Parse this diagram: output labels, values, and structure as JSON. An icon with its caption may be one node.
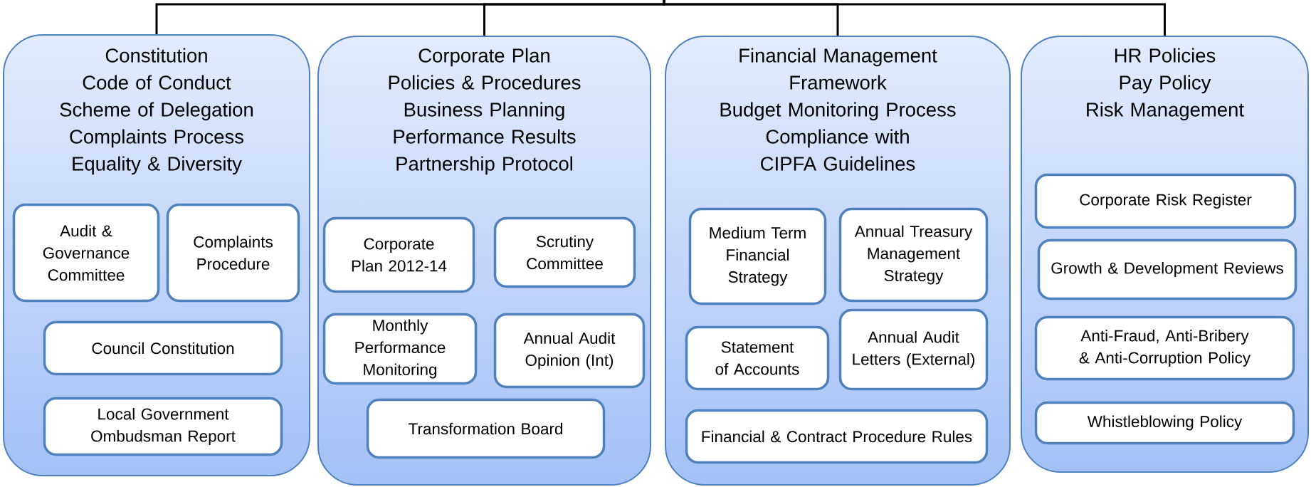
{
  "diagram": {
    "nodes": [
      {
        "text": [
          "Constitution",
          "Code of Conduct",
          "Scheme of Delegation",
          "Complaints Process",
          "Equality & Diversity"
        ]
      },
      {
        "text": [
          "Audit & Governance Committee"
        ],
        "in": 0
      },
      {
        "text": [
          "Complaints Procedure"
        ],
        "in": 0
      },
      {
        "text": [
          "Council Constitution"
        ],
        "in": 0
      },
      {
        "text": [
          "Local Government Ombudsman Report"
        ],
        "in": 0
      },
      {
        "text": [
          "Corporate Plan",
          "Policies & Procedures",
          "Business Planning",
          "Performance Results",
          "Partnership Protocol"
        ]
      },
      {
        "text": [
          "Corporate Plan 2012-14"
        ],
        "in": 5
      },
      {
        "text": [
          "Scrutiny Committee"
        ],
        "in": 5
      },
      {
        "text": [
          "Monthly Performance Monitoring"
        ],
        "in": 5
      },
      {
        "text": [
          "Annual Audit Opinion (Int)"
        ],
        "in": 5
      },
      {
        "text": [
          "Transformation Board"
        ],
        "in": 5
      },
      {
        "text": [
          "Financial Management Framework",
          "Budget Monitoring Process",
          "Compliance with CIPFA Guidelines"
        ]
      },
      {
        "text": [
          "Medium Term Financial Strategy"
        ],
        "in": 11
      },
      {
        "text": [
          "Annual Treasury Management Strategy"
        ],
        "in": 11
      },
      {
        "text": [
          "Statement of Accounts"
        ],
        "in": 11
      },
      {
        "text": [
          "Annual Audit Letters (External)"
        ],
        "in": 11
      },
      {
        "text": [
          "Financial & Contract Procedure Rules"
        ],
        "in": 11
      },
      {
        "text": [
          "HR Policies",
          "Pay Policy",
          "Risk Management"
        ]
      },
      {
        "text": [
          "Corporate Risk Register"
        ],
        "in": 17
      },
      {
        "text": [
          "Growth & Development Reviews"
        ],
        "in": 17
      },
      {
        "text": [
          "Anti-Fraud, Anti-Bribery & Anti-Corruption Policy"
        ],
        "in": 17
      },
      {
        "text": [
          "Whistleblowing Policy"
        ],
        "in": 17
      }
    ],
    "edges": [
      {
        "from": null,
        "to": 0,
        "arrow": "none"
      },
      {
        "from": null,
        "to": 5,
        "arrow": "none"
      },
      {
        "from": null,
        "to": 11,
        "arrow": "none"
      },
      {
        "from": null,
        "to": 17,
        "arrow": "none"
      }
    ]
  }
}
